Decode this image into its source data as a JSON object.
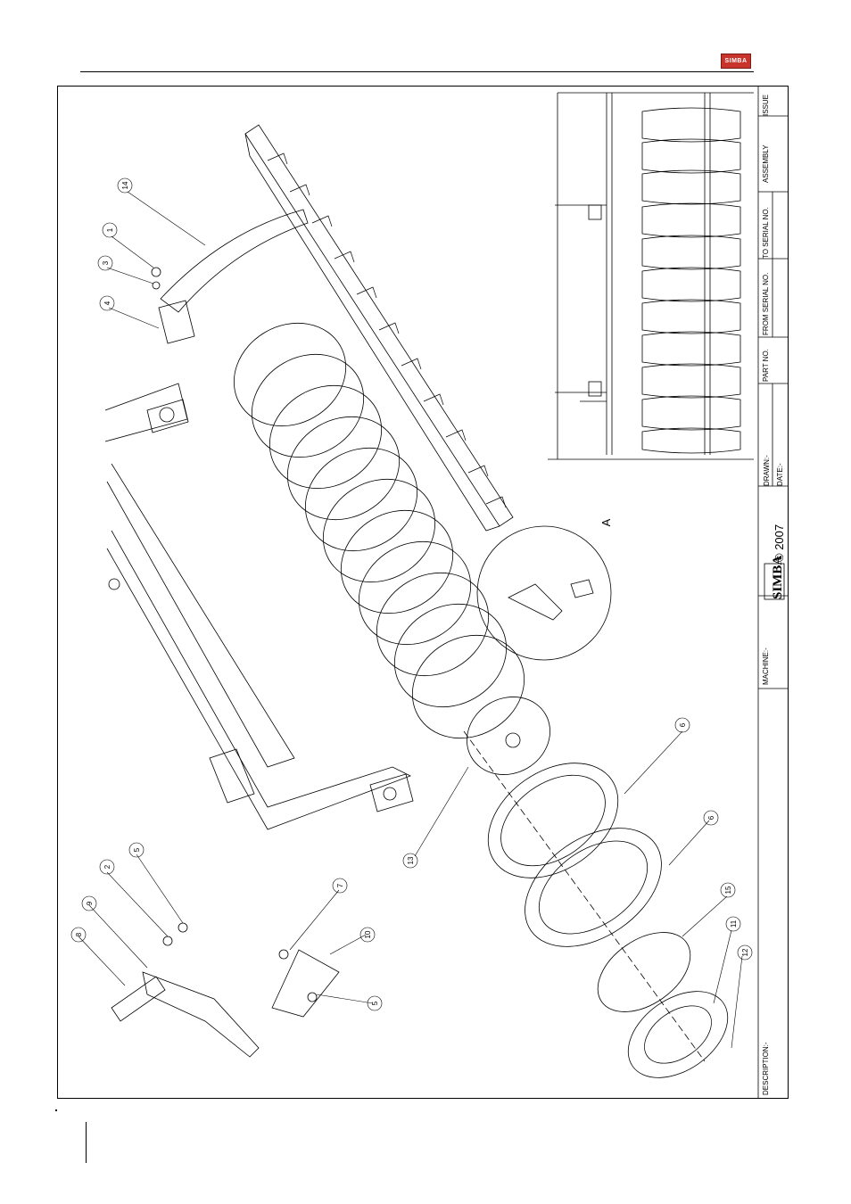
{
  "header": {
    "logo_text": "SIMBA"
  },
  "callouts": {
    "n1": "1",
    "n2": "2",
    "n3": "3",
    "n4": "4",
    "n5a": "5",
    "n5b": "5",
    "n6a": "6",
    "n6b": "6",
    "n7": "7",
    "n8": "8",
    "n9": "9",
    "n10": "10",
    "n11": "11",
    "n12": "12",
    "n13": "13",
    "n14": "14",
    "n15": "15"
  },
  "detail_label": "A",
  "title_block": {
    "issue": "ISSUE",
    "assembly": "ASSEMBLY",
    "to_serial": "TO SERIAL NO.",
    "from_serial": "FROM SERIAL NO.",
    "part_no": "PART NO.",
    "drawn": "DRAWN:-",
    "date": "DATE:-",
    "brand": "SIMBA",
    "copyright": "© 2007",
    "machine": "MACHINE:-",
    "description": "DESCRIPTION:-"
  }
}
